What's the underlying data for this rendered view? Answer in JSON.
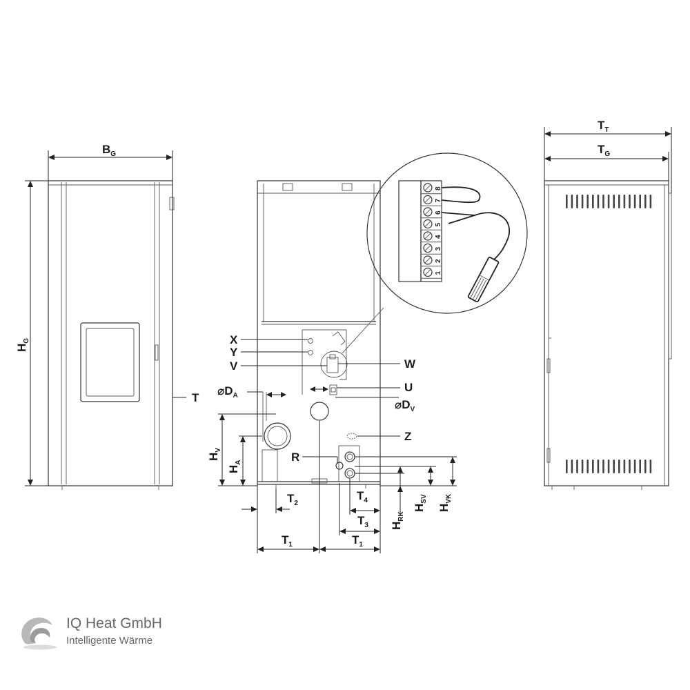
{
  "labels": {
    "bg_main": "B",
    "bg_sub": "G",
    "hg_main": "H",
    "hg_sub": "G",
    "t": "T",
    "tt_main": "T",
    "tt_sub": "T",
    "tg_main": "T",
    "tg_sub": "G",
    "x": "X",
    "y": "Y",
    "v": "V",
    "w": "W",
    "u": "U",
    "z": "Z",
    "r": "R",
    "da_main": "⌀D",
    "da_sub": "A",
    "dv_main": "⌀D",
    "dv_sub": "V",
    "hv_main": "H",
    "hv_sub": "V",
    "ha_main": "H",
    "ha_sub": "A",
    "t2_main": "T",
    "t2_sub": "2",
    "t4_main": "T",
    "t4_sub": "4",
    "t3_main": "T",
    "t3_sub": "3",
    "t1a_main": "T",
    "t1a_sub": "1",
    "t1b_main": "T",
    "t1b_sub": "1",
    "hrk_main": "H",
    "hrk_sub": "RK",
    "hsv_main": "H",
    "hsv_sub": "SV",
    "hvk_main": "H",
    "hvk_sub": "VK"
  },
  "terminals": [
    "8",
    "7",
    "6",
    "5",
    "4",
    "3",
    "2",
    "1"
  ],
  "company": {
    "name": "IQ Heat GmbH",
    "tagline": "Intelligente Wärme"
  },
  "icons": {
    "logo": "swirl-logo-icon"
  }
}
